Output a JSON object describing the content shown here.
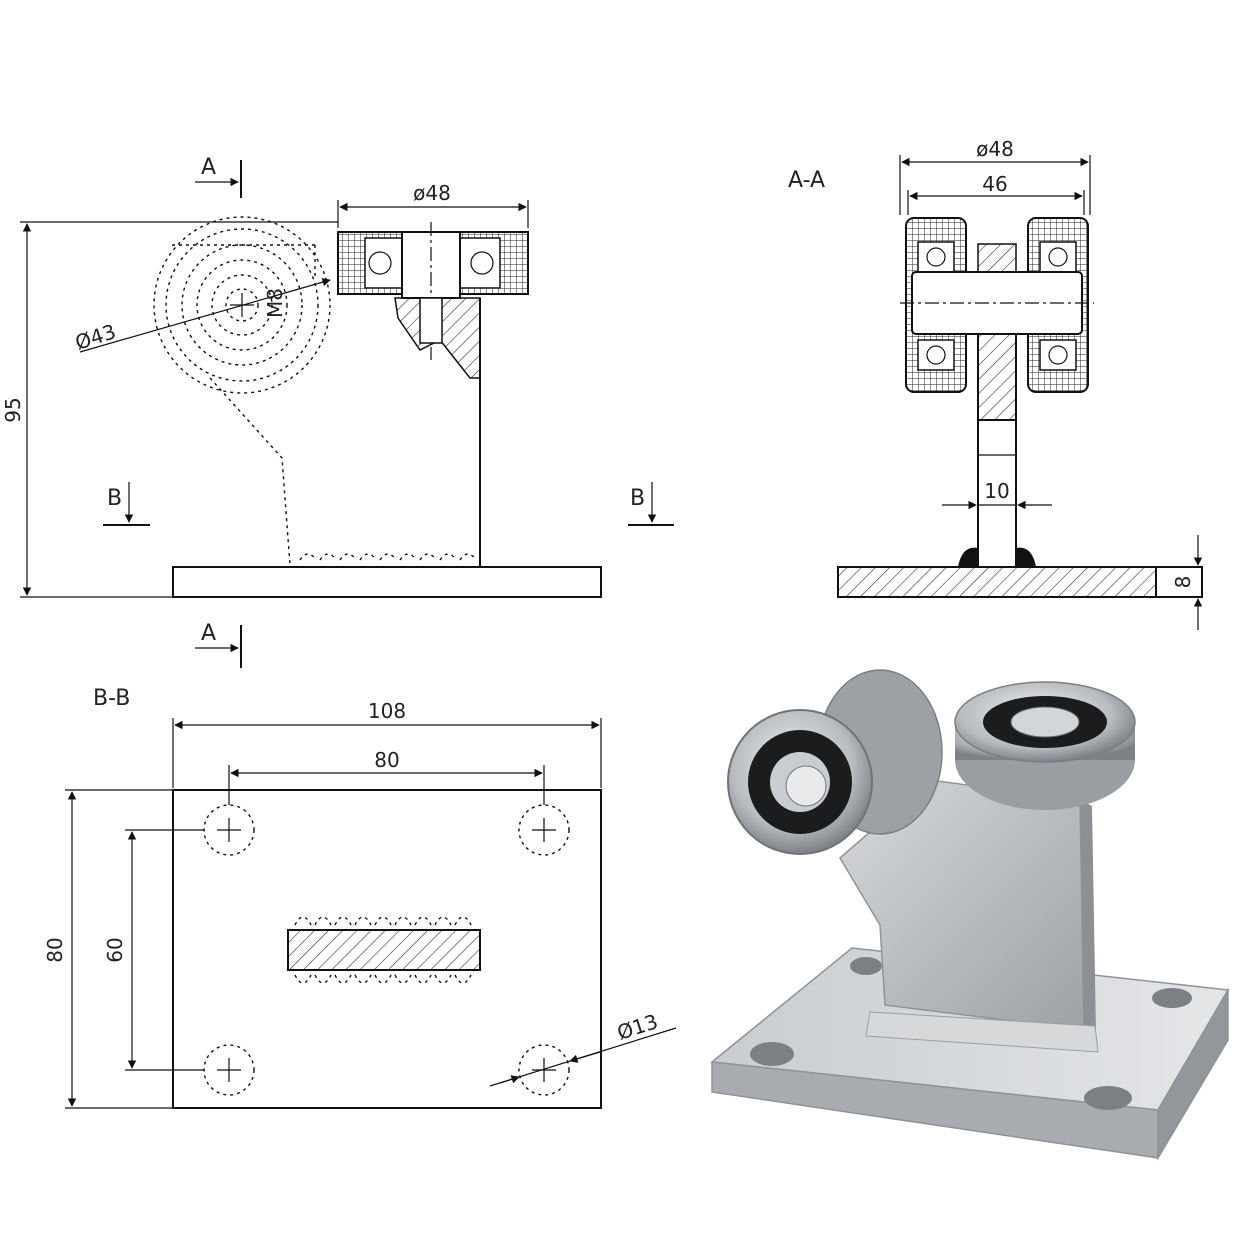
{
  "section_marks": {
    "a": "A",
    "b": "B"
  },
  "view_titles": {
    "section_aa": "A-A",
    "section_bb": "B-B"
  },
  "dimensions": {
    "front_wheel_dia": "ø48",
    "front_pulley_dia": "Ø43",
    "front_hub_label": "M8",
    "front_height": "95",
    "aa_wheel_dia": "ø48",
    "aa_width": "46",
    "aa_web": "10",
    "aa_plate": "8",
    "bb_length": "108",
    "bb_hole_pitch_x": "80",
    "bb_width": "80",
    "bb_hole_pitch_y": "60",
    "bb_hole_dia": "Ø13"
  }
}
